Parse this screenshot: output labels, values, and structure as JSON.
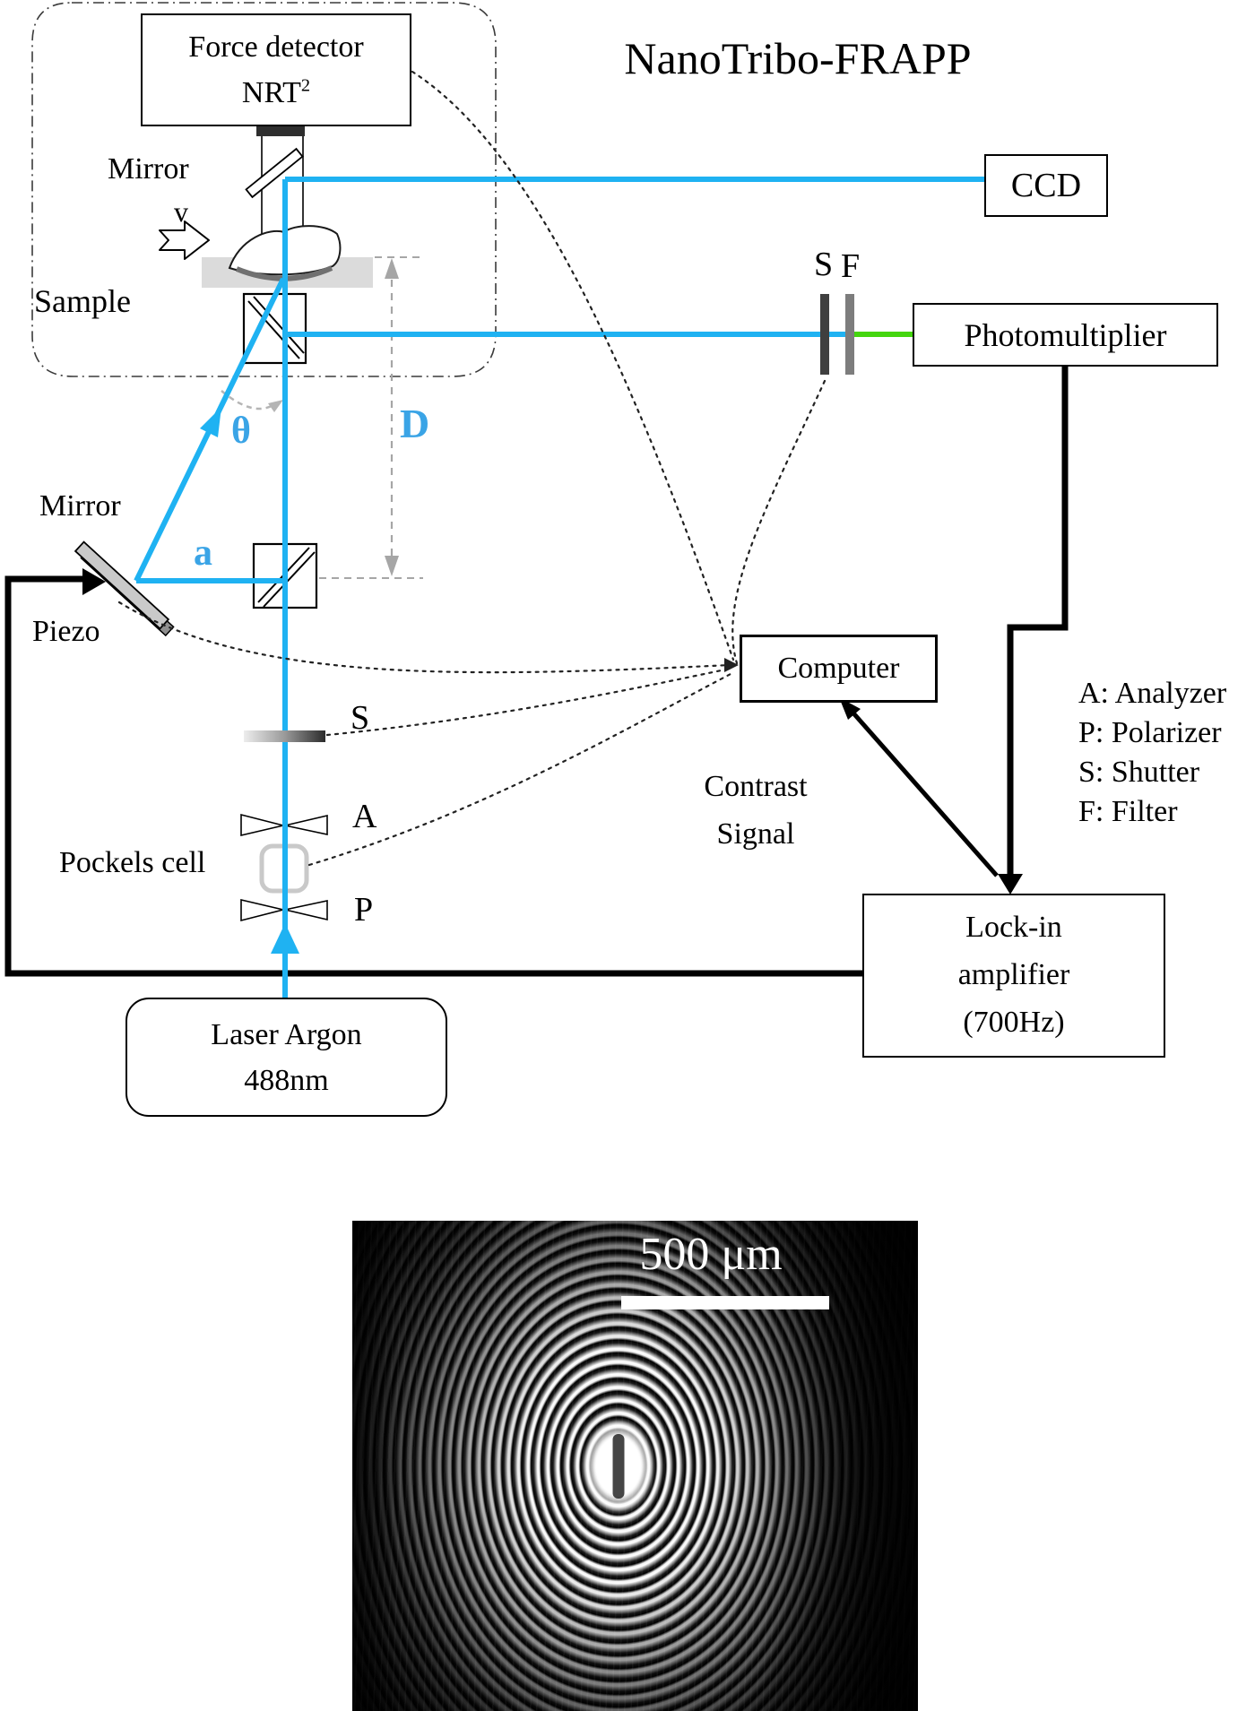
{
  "title": "NanoTribo-FRAPP",
  "colors": {
    "beam_blue": "#1fb2f2",
    "beam_green": "#44d60e",
    "label_blue": "#3aa4e6"
  },
  "boxes": {
    "force_detector": {
      "line1": "Force detector",
      "line2_base": "NRT",
      "line2_sup": "2"
    },
    "ccd": "CCD",
    "photomultiplier": "Photomultiplier",
    "computer": "Computer",
    "lockin": {
      "line1": "Lock-in",
      "line2": "amplifier",
      "line3": "(700Hz)"
    },
    "laser": {
      "line1": "Laser Argon",
      "line2": "488nm"
    }
  },
  "labels": {
    "mirror_top": "Mirror",
    "velocity": "v",
    "sample": "Sample",
    "mirror_bottom": "Mirror",
    "piezo": "Piezo",
    "beam_a": "a",
    "theta": "θ",
    "distance": "D",
    "shutter_top": "S",
    "filter_top": "F",
    "shutter_beam": "S",
    "analyzer": "A",
    "polarizer": "P",
    "pockels": "Pockels cell",
    "contrast_line1": "Contrast",
    "contrast_line2": "Signal"
  },
  "legend": {
    "items": [
      {
        "label": "A: Analyzer"
      },
      {
        "label": "P: Polarizer"
      },
      {
        "label": "S: Shutter"
      },
      {
        "label": "F: Filter"
      }
    ]
  },
  "inset": {
    "scale_text": "500 μm"
  }
}
